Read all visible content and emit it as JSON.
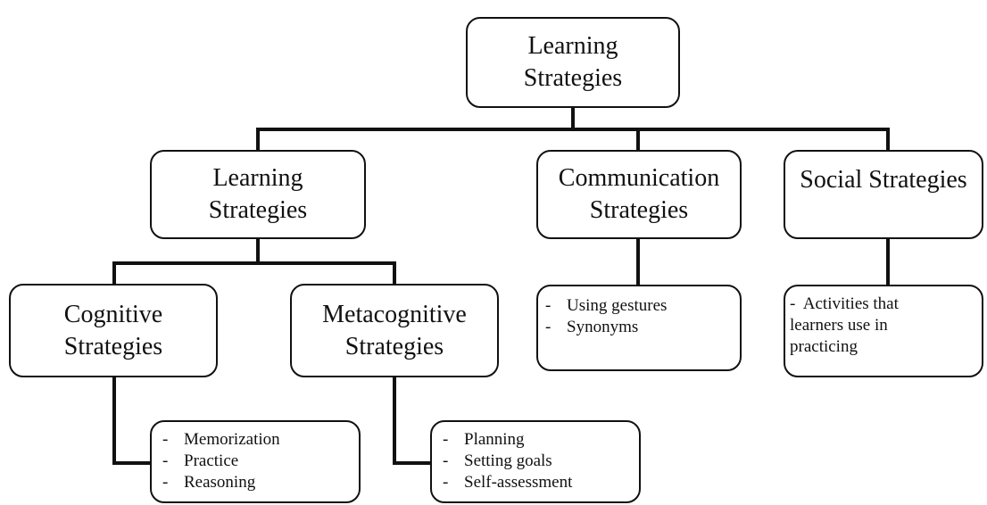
{
  "diagram": {
    "root": {
      "title_lines": [
        "Learning",
        "Strategies"
      ]
    },
    "level2": {
      "learning": {
        "title_lines": [
          "Learning",
          "Strategies"
        ]
      },
      "communication": {
        "title_lines": [
          "Communication",
          "Strategies"
        ]
      },
      "social": {
        "title_lines": [
          "Social Strategies"
        ]
      }
    },
    "level3": {
      "cognitive": {
        "title_lines": [
          "Cognitive",
          "Strategies"
        ]
      },
      "metacognitive": {
        "title_lines": [
          "Metacognitive",
          "Strategies"
        ]
      }
    },
    "details": {
      "communication": {
        "items": [
          "Using gestures",
          "Synonyms"
        ]
      },
      "social": {
        "lines": [
          "-  Activities that",
          "learners use in",
          "practicing"
        ]
      },
      "cognitive": {
        "items": [
          "Memorization",
          "Practice",
          "Reasoning"
        ]
      },
      "metacognitive": {
        "items": [
          "Planning",
          "Setting goals",
          "Self-assessment"
        ]
      }
    },
    "bullet_symbol": "-",
    "colors": {
      "line": "#111111",
      "box_border": "#111111",
      "background": "#ffffff",
      "text": "#111111"
    }
  }
}
